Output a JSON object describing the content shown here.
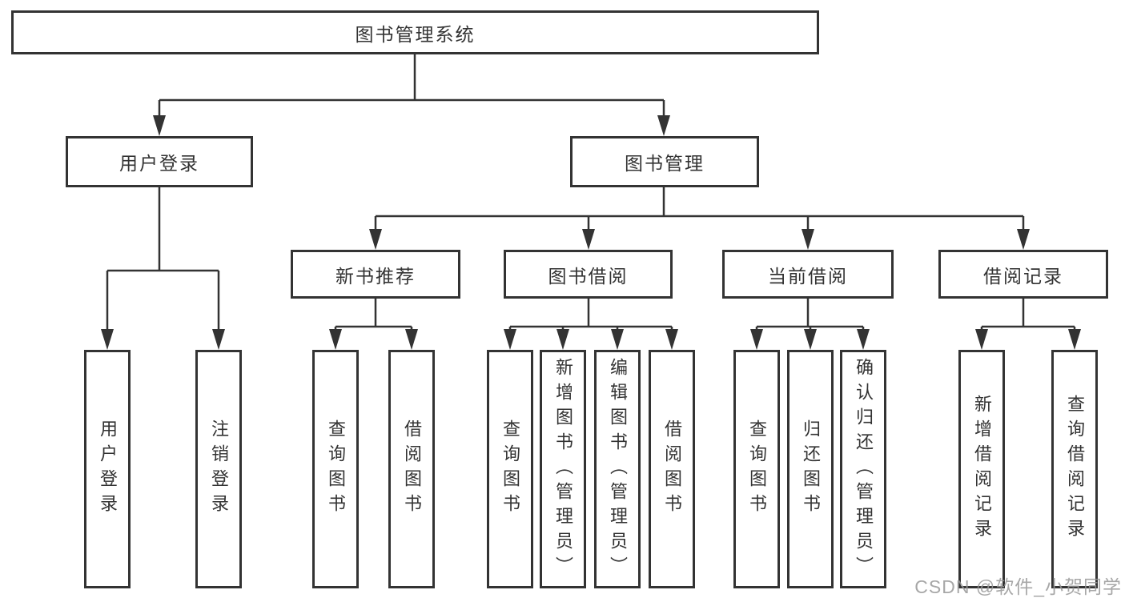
{
  "diagram": {
    "title": "图书管理系统",
    "type": "functional-structure-tree"
  },
  "tree": {
    "root": {
      "label": "图书管理系统",
      "children": [
        {
          "label": "用户登录",
          "children": [
            {
              "label": "用户登录"
            },
            {
              "label": "注销登录"
            }
          ]
        },
        {
          "label": "图书管理",
          "children": [
            {
              "label": "新书推荐",
              "children": [
                {
                  "label": "查询图书"
                },
                {
                  "label": "借阅图书"
                }
              ]
            },
            {
              "label": "图书借阅",
              "children": [
                {
                  "label": "查询图书"
                },
                {
                  "label": "新增图书（管理员）"
                },
                {
                  "label": "编辑图书（管理员）"
                },
                {
                  "label": "借阅图书"
                }
              ]
            },
            {
              "label": "当前借阅",
              "children": [
                {
                  "label": "查询图书"
                },
                {
                  "label": "归还图书"
                },
                {
                  "label": "确认归还（管理员）"
                }
              ]
            },
            {
              "label": "借阅记录",
              "children": [
                {
                  "label": "新增借阅记录"
                },
                {
                  "label": "查询借阅记录"
                }
              ]
            }
          ]
        }
      ]
    }
  },
  "watermark": {
    "text": "CSDN @软件_小贺同学"
  },
  "colors": {
    "line": "#333333",
    "box_border": "#333333",
    "text": "#333333",
    "background": "#ffffff",
    "watermark": "#989898"
  }
}
